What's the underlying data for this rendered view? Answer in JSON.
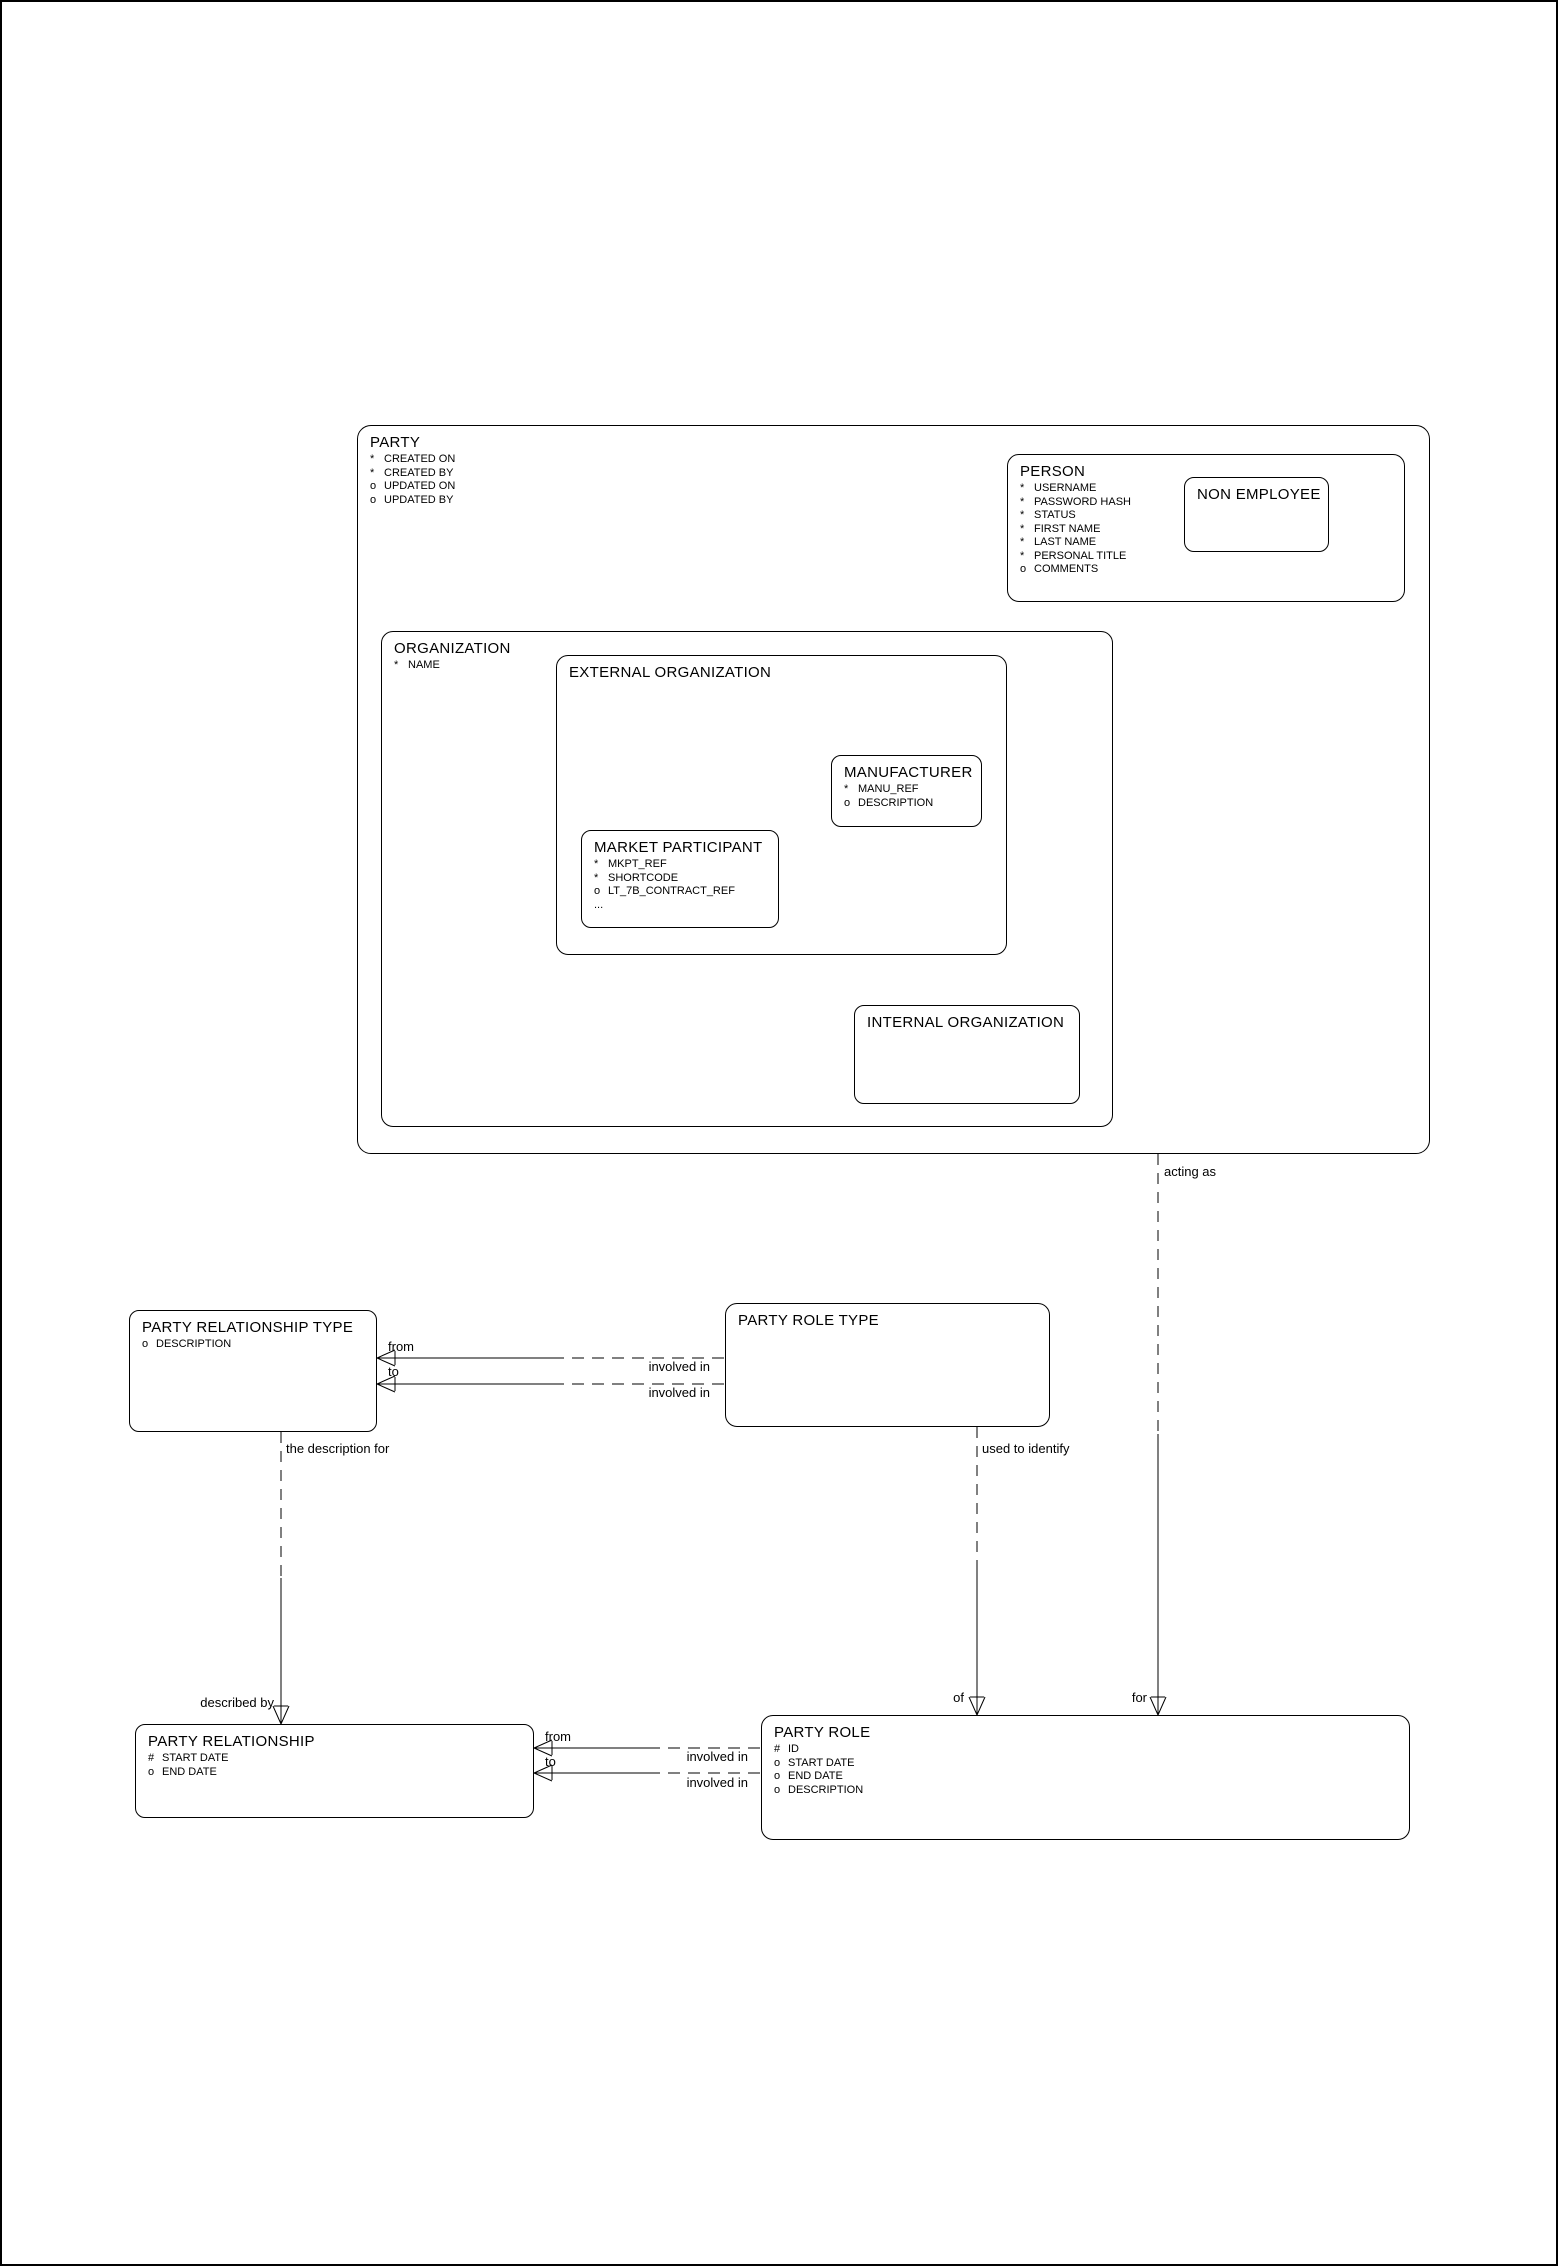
{
  "diagram": {
    "colors": {
      "border": "#000000",
      "background": "#ffffff",
      "text": "#000000"
    },
    "entities": {
      "party": {
        "title": "PARTY",
        "attributes": [
          {
            "m": "*",
            "t": "CREATED ON"
          },
          {
            "m": "*",
            "t": "CREATED BY"
          },
          {
            "m": "o",
            "t": "UPDATED ON"
          },
          {
            "m": "o",
            "t": "UPDATED BY"
          }
        ]
      },
      "person": {
        "title": "PERSON",
        "attributes": [
          {
            "m": "*",
            "t": "USERNAME"
          },
          {
            "m": "*",
            "t": "PASSWORD HASH"
          },
          {
            "m": "*",
            "t": "STATUS"
          },
          {
            "m": "*",
            "t": "FIRST NAME"
          },
          {
            "m": "*",
            "t": "LAST NAME"
          },
          {
            "m": "*",
            "t": "PERSONAL TITLE"
          },
          {
            "m": "o",
            "t": "COMMENTS"
          }
        ]
      },
      "non_employee": {
        "title": "NON EMPLOYEE",
        "attributes": []
      },
      "organization": {
        "title": "ORGANIZATION",
        "attributes": [
          {
            "m": "*",
            "t": "NAME"
          }
        ]
      },
      "external_organization": {
        "title": "EXTERNAL ORGANIZATION",
        "attributes": []
      },
      "manufacturer": {
        "title": "MANUFACTURER",
        "attributes": [
          {
            "m": "*",
            "t": "MANU_REF"
          },
          {
            "m": "o",
            "t": "DESCRIPTION"
          }
        ]
      },
      "market_participant": {
        "title": "MARKET PARTICIPANT",
        "attributes": [
          {
            "m": "*",
            "t": "MKPT_REF"
          },
          {
            "m": "*",
            "t": "SHORTCODE"
          },
          {
            "m": "o",
            "t": "LT_7B_CONTRACT_REF"
          },
          {
            "m": "...",
            "t": ""
          }
        ]
      },
      "internal_organization": {
        "title": "INTERNAL ORGANIZATION",
        "attributes": []
      },
      "party_relationship_type": {
        "title": "PARTY RELATIONSHIP TYPE",
        "attributes": [
          {
            "m": "o",
            "t": "DESCRIPTION"
          }
        ]
      },
      "party_role_type": {
        "title": "PARTY ROLE TYPE",
        "attributes": []
      },
      "party_relationship": {
        "title": "PARTY RELATIONSHIP",
        "attributes": [
          {
            "m": "#",
            "t": "START DATE"
          },
          {
            "m": "o",
            "t": "END DATE"
          }
        ]
      },
      "party_role": {
        "title": "PARTY ROLE",
        "attributes": [
          {
            "m": "#",
            "t": "ID"
          },
          {
            "m": "o",
            "t": "START DATE"
          },
          {
            "m": "o",
            "t": "END DATE"
          },
          {
            "m": "o",
            "t": "DESCRIPTION"
          }
        ]
      }
    },
    "labels": {
      "acting_as": "acting as",
      "the_description_for": "the description for",
      "used_to_identify": "used to identify",
      "described_by": "described by",
      "of": "of",
      "for": "for",
      "from_top": "from",
      "to_top": "to",
      "involved_in_top_1": "involved in",
      "involved_in_top_2": "involved in",
      "from_bottom": "from",
      "to_bottom": "to",
      "involved_in_bottom_1": "involved in",
      "involved_in_bottom_2": "involved in"
    }
  }
}
